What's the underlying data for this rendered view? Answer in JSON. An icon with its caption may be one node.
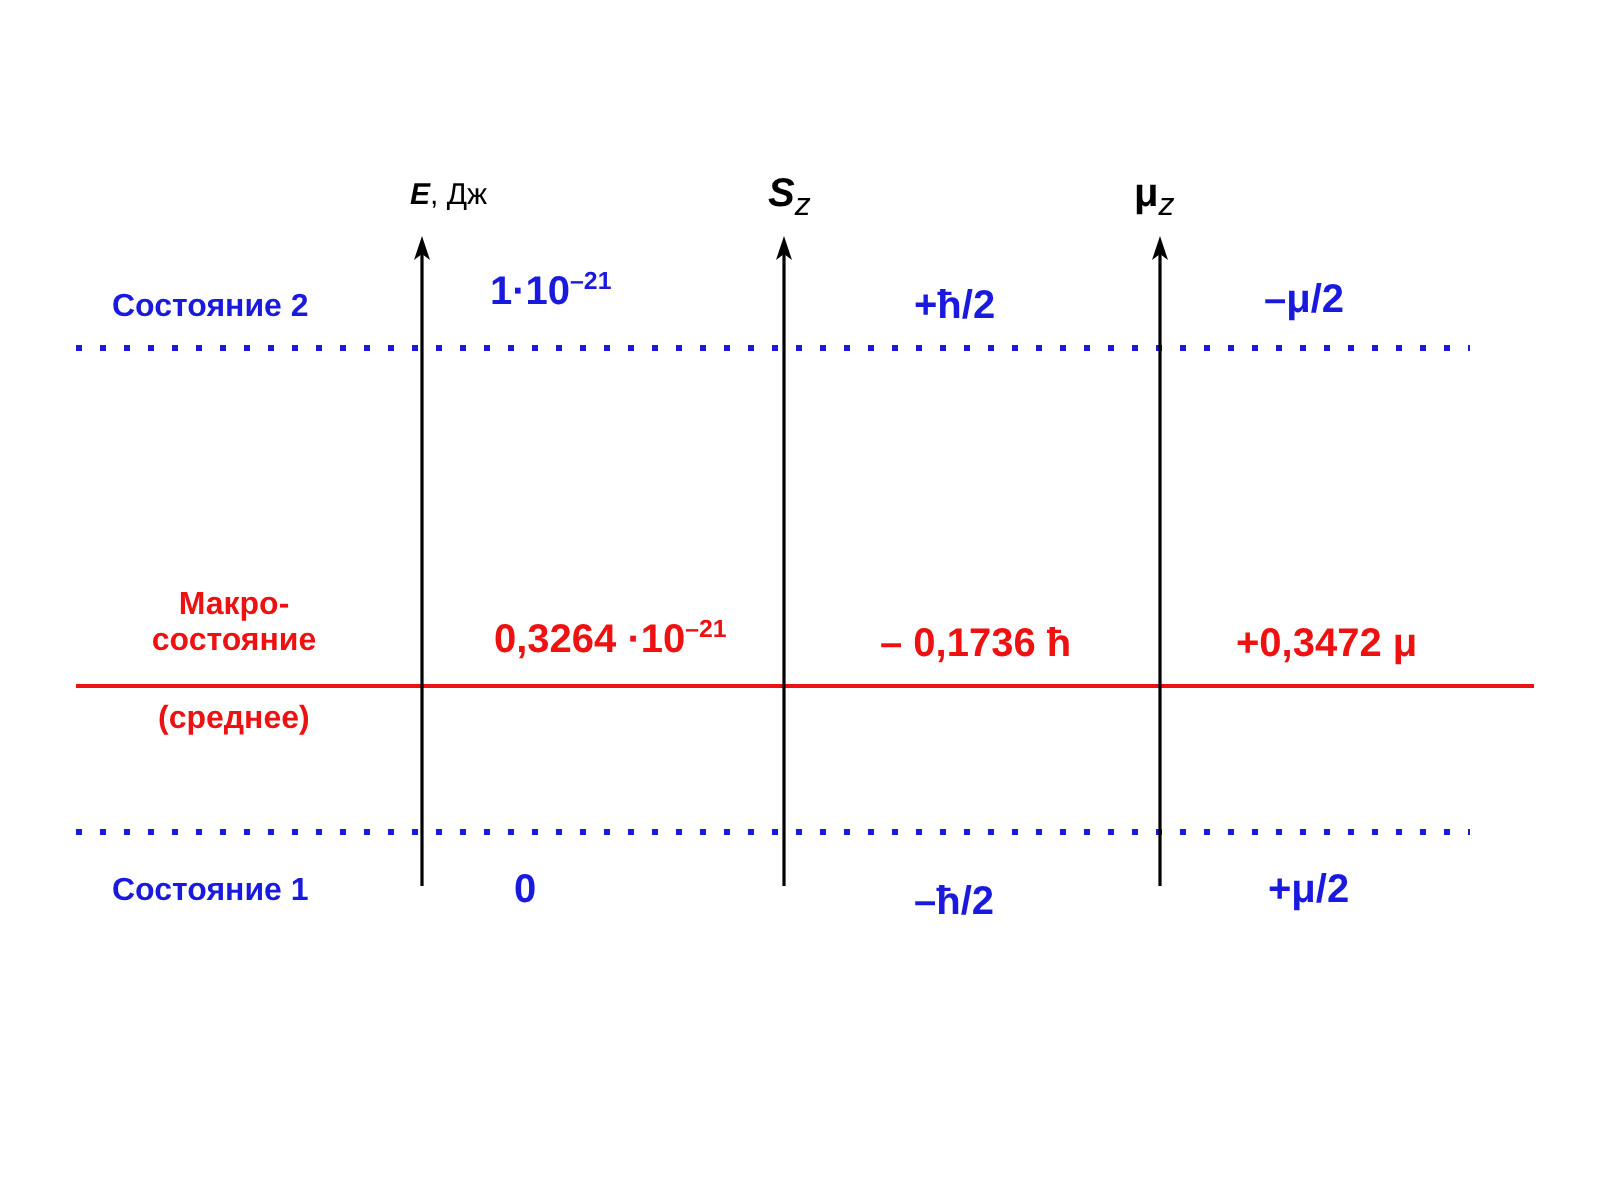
{
  "diagram": {
    "labels": [
      "**E**, Дж",
      "**S**$_{z}$",
      "**μ**$_{z}$",
      "Состояние 2",
      "1·10$^{–21}$",
      "+ħ/2",
      "–μ/2",
      "Макро-состояние",
      "0,3264 ·10$^{–21}$",
      "– 0,1736 ħ",
      "+0,3472 μ",
      "(среднее)",
      "Состояние 1",
      "0",
      "–ħ/2",
      "+μ/2"
    ]
  }
}
